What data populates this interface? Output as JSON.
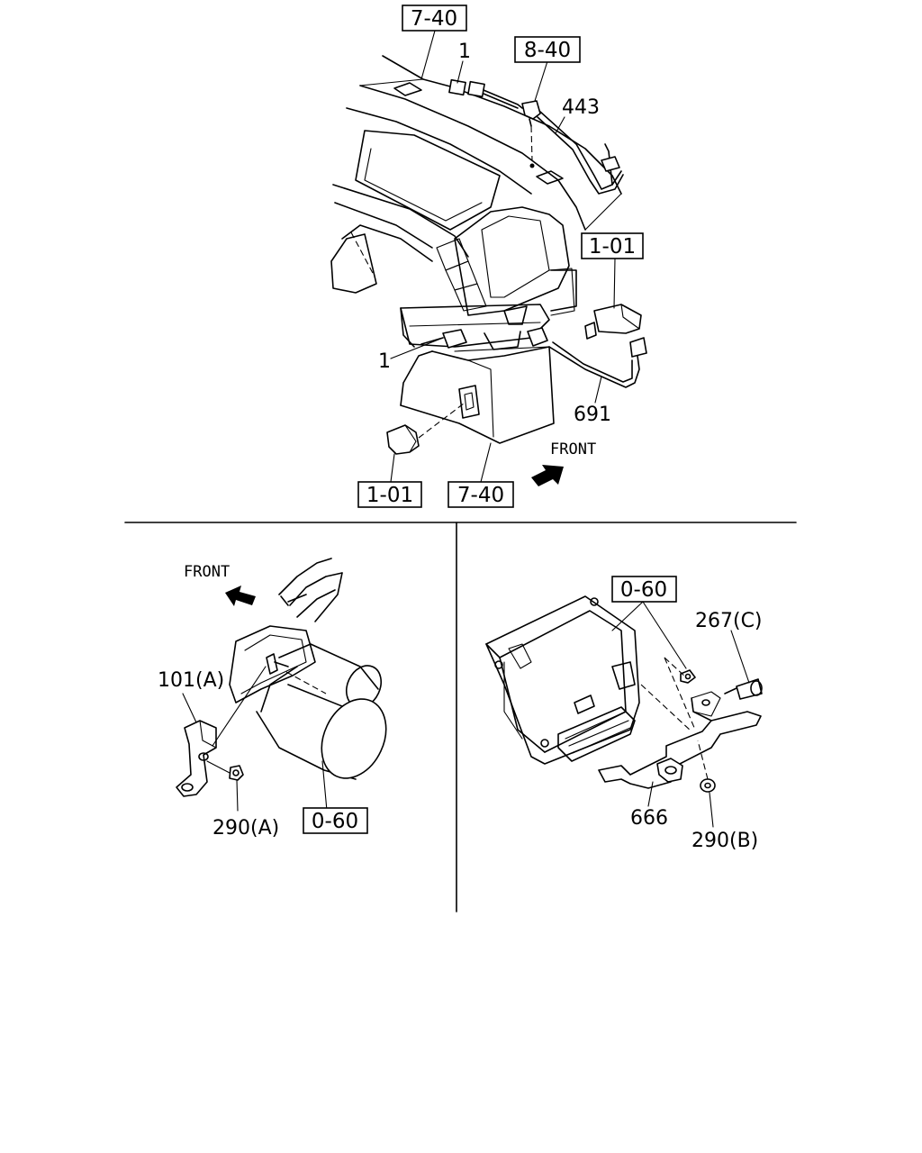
{
  "top_view": {
    "ref_boxes": {
      "top_left": "7-40",
      "top_mid": "8-40",
      "right": "1-01",
      "bottom_left": "1-01",
      "bottom_right": "7-40"
    },
    "callouts": {
      "top_part": "1",
      "harness": "443",
      "lower_part": "1",
      "cable": "691"
    },
    "front_label": "FRONT"
  },
  "bottom_left_view": {
    "front_label": "FRONT",
    "callouts": {
      "bracket": "101(A)",
      "nut": "290(A)"
    },
    "ref_box": "0-60"
  },
  "bottom_right_view": {
    "ref_box": "0-60",
    "callouts": {
      "bolt": "267(C)",
      "bracket": "666",
      "nut": "290(B)"
    }
  }
}
